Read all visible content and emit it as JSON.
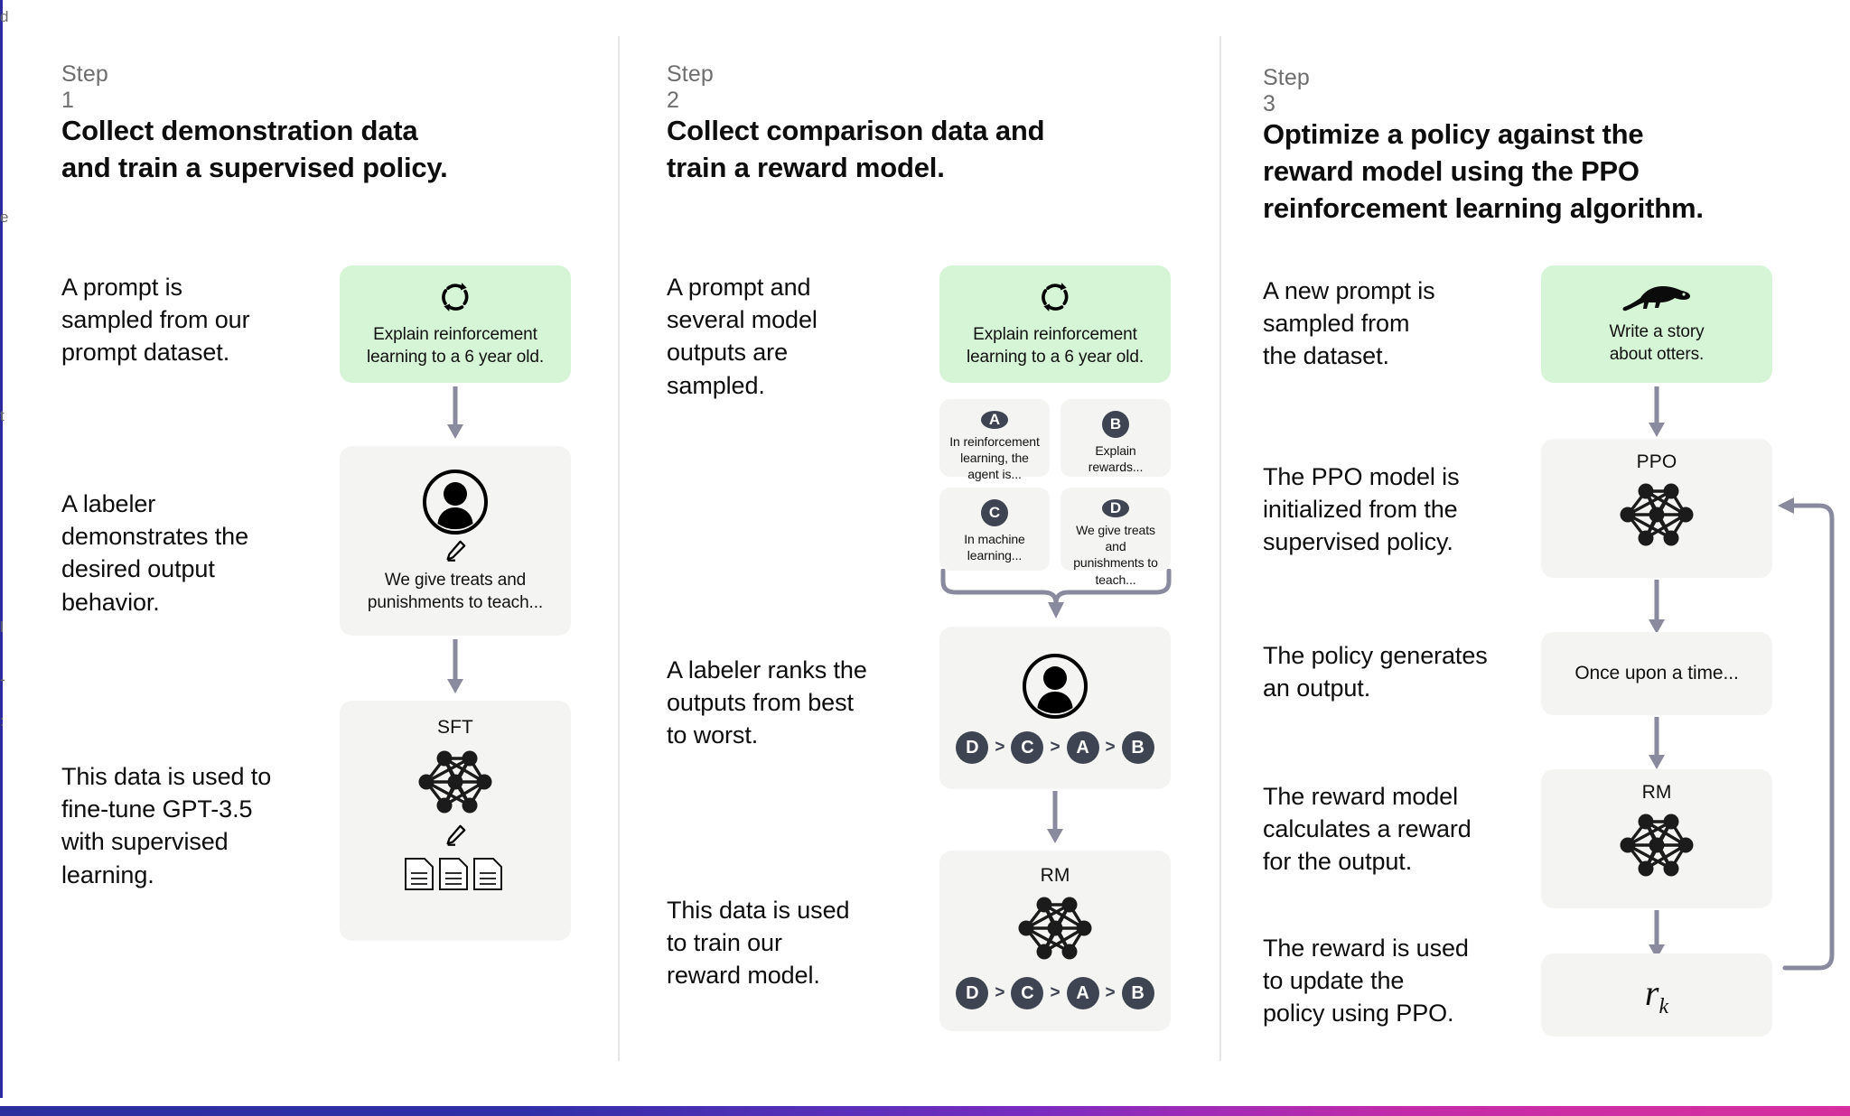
{
  "page": {
    "background": "#ffffff",
    "accent_green": "#d6f5d6",
    "card_gray": "#f4f4f2",
    "badge_color": "#3e4452",
    "arrow_color": "#8a8a9e",
    "divider_color": "#e6e6e6",
    "left_rule_color": "#2b2b9e"
  },
  "columns": [
    {
      "step_label": "Step 1",
      "title_lines": [
        "Collect demonstration data",
        "and train a supervised policy."
      ],
      "body": [
        "A prompt is\nsampled from our\nprompt dataset.",
        "A labeler\ndemonstrates the\ndesired output\nbehavior.",
        "This data is used to\nfine-tune GPT-3.5\nwith supervised\nlearning."
      ],
      "cards": [
        {
          "kind": "prompt",
          "icon": "cycle-arrows-icon",
          "caption": "Explain reinforcement\nlearning to a 6 year old."
        },
        {
          "kind": "labeler",
          "icon": "person-avatar-icon",
          "sub_icon": "pencil-icon",
          "caption": "We give treats and\npunishments to teach..."
        },
        {
          "kind": "model",
          "title": "SFT",
          "icon": "neural-network-icon",
          "sub_icon": "pencil-icon",
          "extra_icon": "documents-icon"
        }
      ]
    },
    {
      "step_label": "Step 2",
      "title_lines": [
        "Collect comparison data and",
        "train a reward model."
      ],
      "body": [
        "A prompt and\nseveral model\noutputs are\nsampled.",
        "A labeler ranks the\noutputs from best\nto worst.",
        "This data is used\nto train our\nreward model."
      ],
      "cards": [
        {
          "kind": "prompt",
          "icon": "cycle-arrows-icon",
          "caption": "Explain reinforcement\nlearning to a 6 year old."
        },
        {
          "kind": "labeler",
          "icon": "person-avatar-icon",
          "ranking": [
            "D",
            "C",
            "A",
            "B"
          ]
        },
        {
          "kind": "model",
          "title": "RM",
          "icon": "neural-network-icon",
          "ranking": [
            "D",
            "C",
            "A",
            "B"
          ]
        }
      ],
      "outputs": [
        {
          "badge": "A",
          "text": "In reinforcement\nlearning, the\nagent is..."
        },
        {
          "badge": "B",
          "text": "Explain rewards..."
        },
        {
          "badge": "C",
          "text": "In machine\nlearning..."
        },
        {
          "badge": "D",
          "text": "We give treats and\npunishments to\nteach..."
        }
      ]
    },
    {
      "step_label": "Step 3",
      "title_lines": [
        "Optimize a policy against the",
        "reward model using the PPO",
        "reinforcement learning algorithm."
      ],
      "body": [
        "A new prompt is\nsampled from\nthe dataset.",
        "The PPO model is\ninitialized from the\nsupervised policy.",
        "The policy generates\nan output.",
        "The reward model\ncalculates a reward\nfor the output.",
        "The reward is used\nto update the\npolicy using PPO."
      ],
      "cards": [
        {
          "kind": "prompt",
          "icon": "otter-icon",
          "caption": "Write a story\nabout otters."
        },
        {
          "kind": "model",
          "title": "PPO",
          "icon": "neural-network-icon"
        },
        {
          "kind": "text",
          "caption": "Once upon a time..."
        },
        {
          "kind": "model",
          "title": "RM",
          "icon": "neural-network-icon"
        },
        {
          "kind": "reward",
          "symbol": "r",
          "subscript": "k"
        }
      ]
    }
  ],
  "rank_separator": ">"
}
